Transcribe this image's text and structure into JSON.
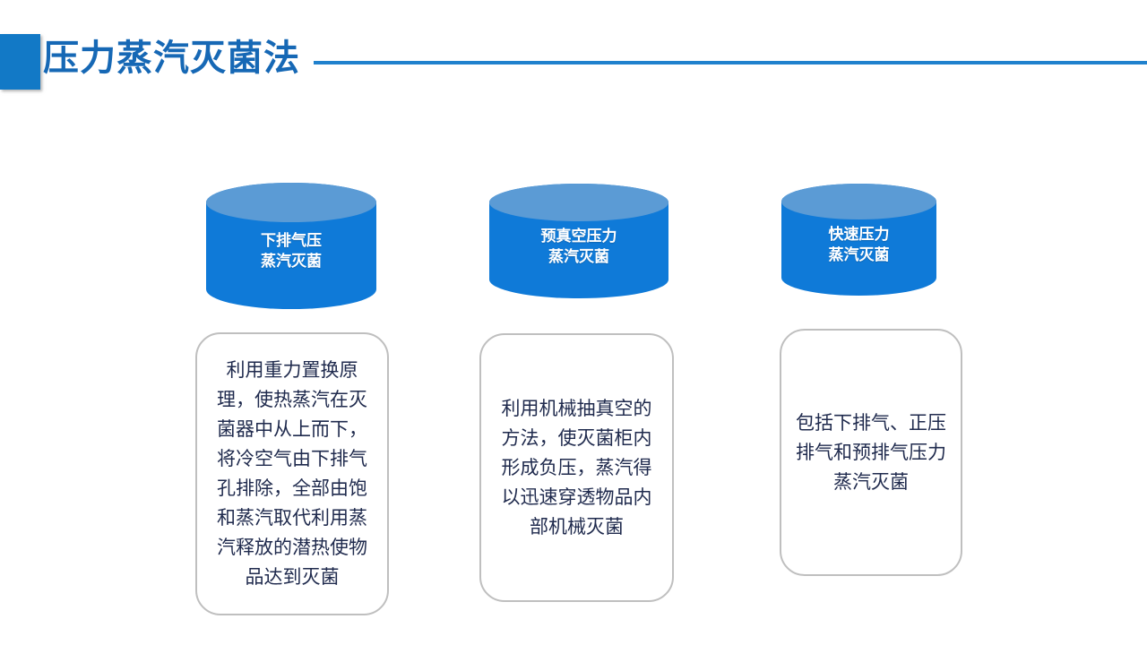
{
  "slide": {
    "title": "压力蒸汽灭菌法",
    "accent_color": "#1668b5",
    "square_color": "#1279c6",
    "rule_color": "#2081cd"
  },
  "columns": [
    {
      "cylinder_label_line1": "下排气压",
      "cylinder_label_line2": "蒸汽灭菌",
      "description": "利用重力置换原理，使热蒸汽在灭菌器中从上而下，将冷空气由下排气孔排除，全部由饱和蒸汽取代利用蒸汽释放的潜热使物品达到灭菌"
    },
    {
      "cylinder_label_line1": "预真空压力",
      "cylinder_label_line2": "蒸汽灭菌",
      "description": "利用机械抽真空的方法，使灭菌柜内形成负压，蒸汽得以迅速穿透物品内部机械灭菌"
    },
    {
      "cylinder_label_line1": "快速压力",
      "cylinder_label_line2": "蒸汽灭菌",
      "description": "包括下排气、正压排气和预排气压力蒸汽灭菌"
    }
  ],
  "style": {
    "cylinder_body_color": "#0f7ad8",
    "cylinder_top_color": "#5b9bd5",
    "card_border_color": "#bfbfbf",
    "card_text_color": "#1f2a4d"
  }
}
